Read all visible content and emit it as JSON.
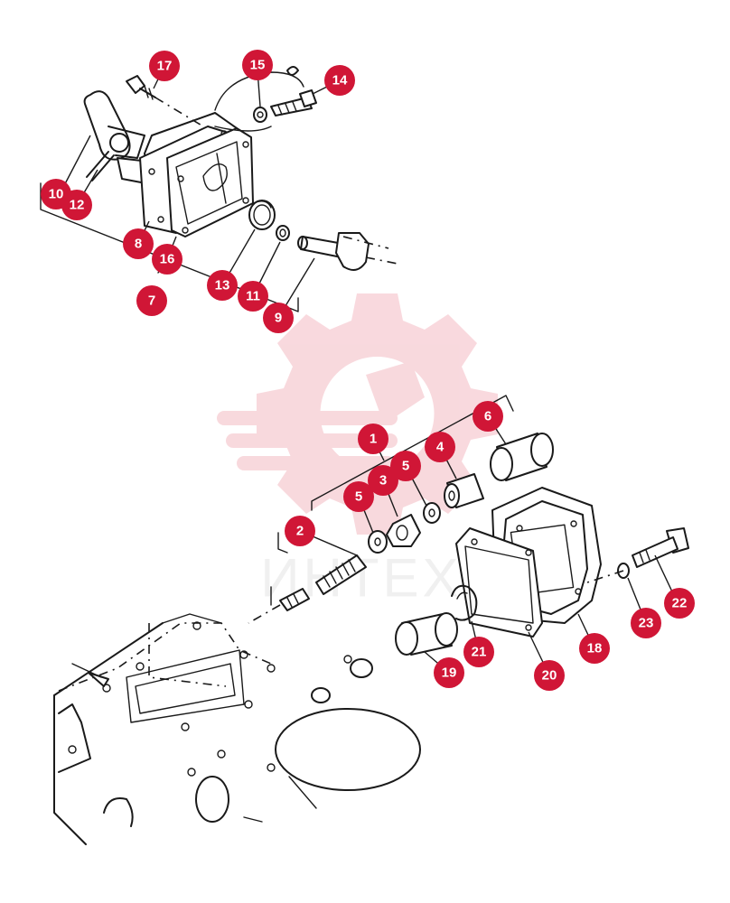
{
  "diagram": {
    "watermark": {
      "logo": "gear-wrench-logo",
      "color": "#f3b4bd",
      "text": "ИНТЕХ"
    },
    "badge_color": "#d01636",
    "callouts": [
      {
        "id": "c17",
        "label": "17"
      },
      {
        "id": "c15",
        "label": "15"
      },
      {
        "id": "c14",
        "label": "14"
      },
      {
        "id": "c10",
        "label": "10"
      },
      {
        "id": "c12",
        "label": "12"
      },
      {
        "id": "c8",
        "label": "8"
      },
      {
        "id": "c16",
        "label": "16"
      },
      {
        "id": "c13",
        "label": "13"
      },
      {
        "id": "c11",
        "label": "11"
      },
      {
        "id": "c9",
        "label": "9"
      },
      {
        "id": "c7",
        "label": "7"
      },
      {
        "id": "c1",
        "label": "1"
      },
      {
        "id": "c6",
        "label": "6"
      },
      {
        "id": "c4",
        "label": "4"
      },
      {
        "id": "c5a",
        "label": "5"
      },
      {
        "id": "c3",
        "label": "3"
      },
      {
        "id": "c5b",
        "label": "5"
      },
      {
        "id": "c2",
        "label": "2"
      },
      {
        "id": "c18",
        "label": "18"
      },
      {
        "id": "c22",
        "label": "22"
      },
      {
        "id": "c23",
        "label": "23"
      },
      {
        "id": "c21",
        "label": "21"
      },
      {
        "id": "c19",
        "label": "19"
      },
      {
        "id": "c20",
        "label": "20"
      }
    ]
  }
}
